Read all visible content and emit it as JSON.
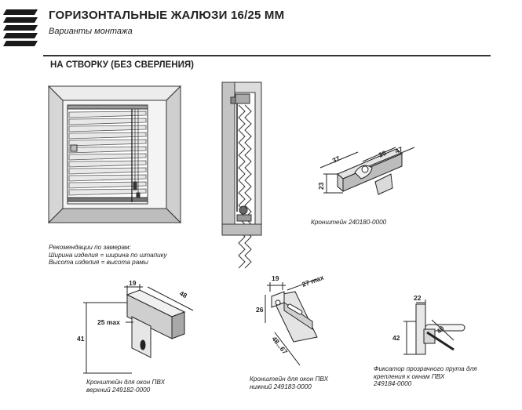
{
  "header": {
    "title": "ГОРИЗОНТАЛЬНЫЕ ЖАЛЮЗИ 16/25 ММ",
    "subtitle": "Варианты монтажа"
  },
  "section": {
    "title": "НА СТВОРКУ (БЕЗ СВЕРЛЕНИЯ)"
  },
  "recommendations": [
    "Рекомендации по замерам:",
    "Ширина изделия = ширина по штапику",
    "Высота изделия = высота рамы"
  ],
  "bracket_top": {
    "caption": [
      "Кронштейн 240180-0000"
    ],
    "dims": {
      "d37": "37",
      "d30": "30",
      "d47": "47",
      "d23": "23"
    }
  },
  "bracket_pvc_upper": {
    "caption": [
      "Кронштейн для окон ПВХ",
      "верхний 249182-0000"
    ],
    "dims": {
      "d19": "19",
      "d48": "48",
      "d25": "25 max",
      "d41": "41"
    }
  },
  "bracket_pvc_lower": {
    "caption": [
      "Кронштейн для окон ПВХ",
      "нижний 249183-0000"
    ],
    "dims": {
      "d19": "19",
      "d27": "27 max",
      "d26": "26",
      "d48": "48...67"
    }
  },
  "fixator": {
    "caption": [
      "Фиксатор прозрачного прута для",
      "крепления к окнам ПВХ",
      "249184-0000"
    ],
    "dims": {
      "d22": "22",
      "d40": "40",
      "d42": "42"
    }
  }
}
